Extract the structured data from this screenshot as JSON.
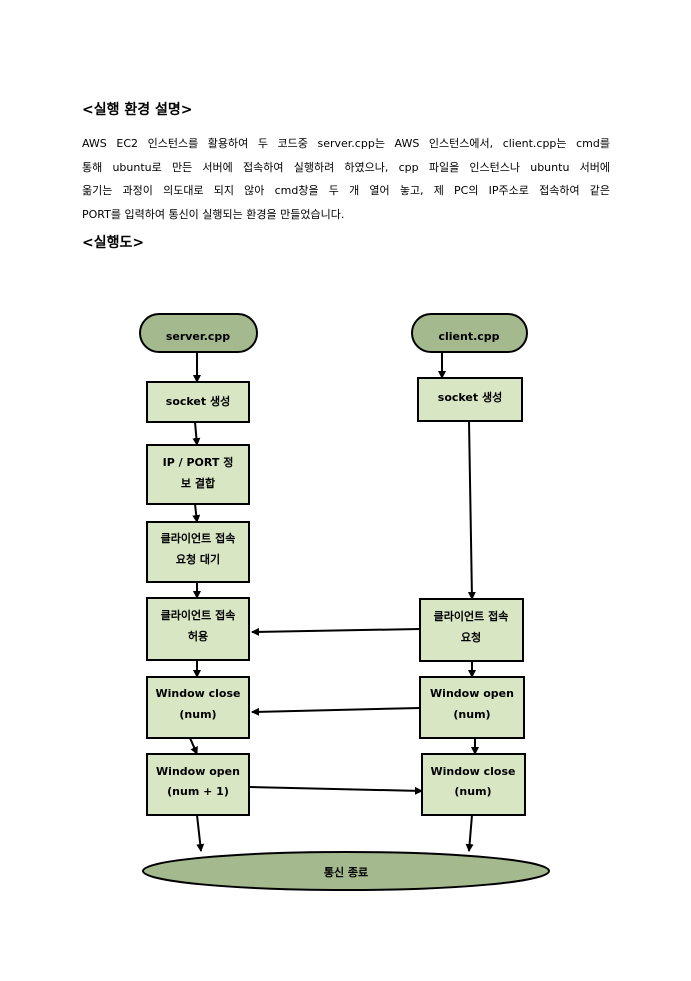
{
  "section1": {
    "title": "<실행 환경 설명>",
    "lines": [
      " AWS EC2 인스턴스를 활용하여 두 코드중 server.cpp는 AWS 인스턴스에서, client.cpp는 cmd를",
      "통해 ubuntu로 만든 서버에 접속하여 실행하려 하였으나, cpp 파일을 인스턴스나 ubuntu 서버에",
      "옮기는 과정이 의도대로 되지 않아 cmd창을 두 개 열어 놓고, 제 PC의 IP주소로 접속하여 같은",
      "PORT를 입력하여 통신이 실행되는 환경을 만들었습니다."
    ]
  },
  "section2": {
    "title": "<실행도>"
  },
  "flowchart": {
    "server_start": "server.cpp",
    "client_start": "client.cpp",
    "server_steps": [
      [
        "socket 생성"
      ],
      [
        "IP / PORT 정",
        "보 결합"
      ],
      [
        "클라이언트 접속",
        "요청 대기"
      ],
      [
        "클라이언트 접속",
        "허용"
      ],
      [
        "Window close",
        "(num)"
      ],
      [
        "Window open",
        "(num + 1)"
      ]
    ],
    "client_steps": [
      [
        "socket 생성"
      ],
      [
        "클라이언트 접속",
        "요청"
      ],
      [
        "Window open",
        "(num)"
      ],
      [
        "Window close",
        "(num)"
      ]
    ],
    "end": "통신 종료",
    "colors": {
      "box_fill": "#d8e6c4",
      "terminal_fill": "#a5b98e",
      "stroke": "#000000"
    }
  }
}
